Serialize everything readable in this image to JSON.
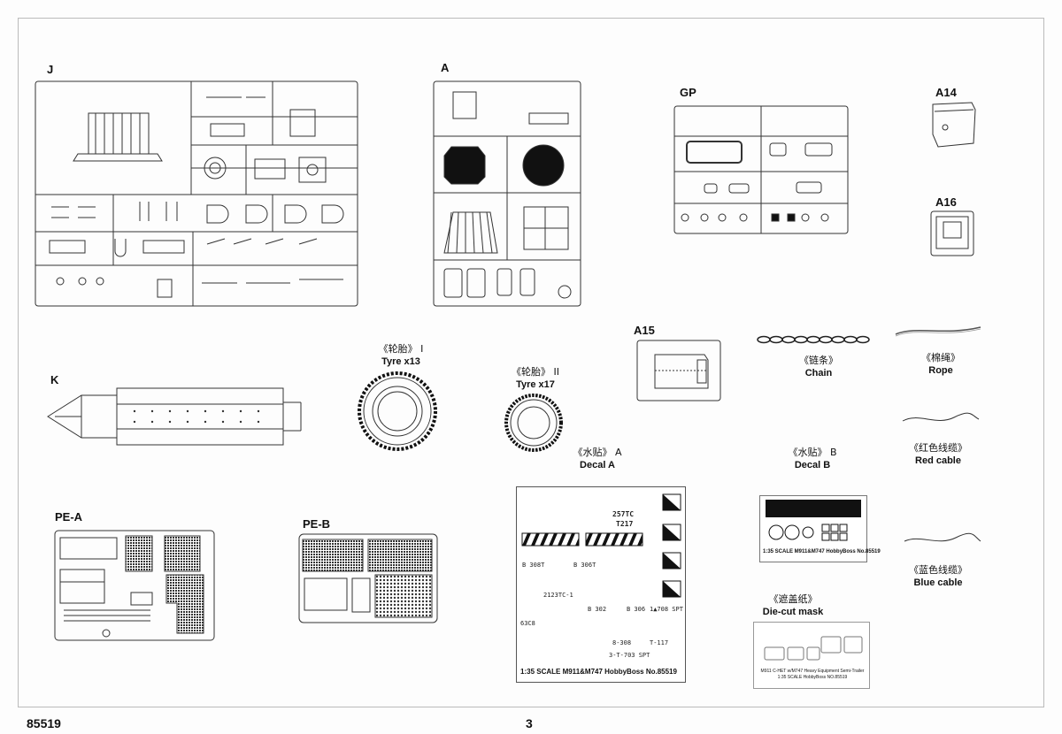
{
  "sprues": {
    "J": "J",
    "A": "A",
    "GP": "GP",
    "A14": "A14",
    "A16": "A16",
    "A15": "A15",
    "K": "K",
    "PE_A": "PE-A",
    "PE_B": "PE-B"
  },
  "items": {
    "tyre1": {
      "cn": "《轮胎》 I",
      "en": "Tyre x13"
    },
    "tyre2": {
      "cn": "《轮胎》 II",
      "en": "Tyre x17"
    },
    "chain": {
      "cn": "《链条》",
      "en": "Chain"
    },
    "rope": {
      "cn": "《棉绳》",
      "en": "Rope"
    },
    "decal_a": {
      "cn": "《水贴》 A",
      "en": "Decal A"
    },
    "decal_b": {
      "cn": "《水贴》 B",
      "en": "Decal B"
    },
    "red_cable": {
      "cn": "《红色线缆》",
      "en": "Red cable"
    },
    "blue_cable": {
      "cn": "《蓝色线缆》",
      "en": "Blue cable"
    },
    "mask": {
      "cn": "《遮盖纸》",
      "en": "Die-cut mask"
    }
  },
  "decal_a_sheet": {
    "caption": "1:35 SCALE  M911&M747  HobbyBoss  No.85519",
    "marks": [
      "257TC",
      "T217",
      "B 308T",
      "B 306T",
      "2123TC-1",
      "B 302",
      "B 306",
      "1▲708 SPT",
      "63C8",
      "T-117",
      "8-308",
      "3-T-703 SPT"
    ]
  },
  "decal_b_sheet": {
    "caption": "1:35 SCALE  M911&M747  HobbyBoss  No.85519"
  },
  "mask_sheet": {
    "caption": "M911 C-HET w/M747 Heavy Equipment Semi-Trailer 1:35 SCALE HobbyBoss NO.85519"
  },
  "footer": {
    "kit_number": "85519",
    "page_number": "3"
  }
}
